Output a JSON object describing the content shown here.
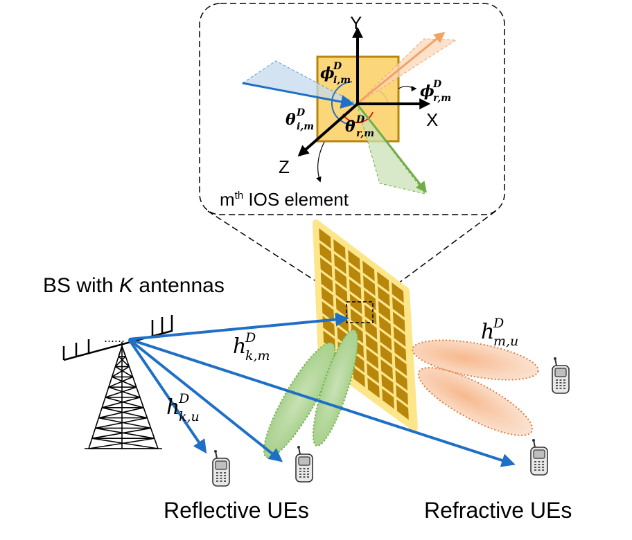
{
  "labels": {
    "bs": "BS with ",
    "bs_k": "K",
    "bs_rest": " antennas",
    "reflective": "Reflective UEs",
    "refractive": "Refractive UEs",
    "element_m": "m",
    "element_th": "th",
    "element_rest": " IOS element",
    "axis_x": "X",
    "axis_y": "Y",
    "axis_z": "Z",
    "dots": "......"
  },
  "channels": {
    "h_km": {
      "base": "h",
      "sup": "D",
      "sub": "k,m"
    },
    "h_ku": {
      "base": "h",
      "sup": "D",
      "sub": "k,u"
    },
    "h_mu": {
      "base": "h",
      "sup": "D",
      "sub": "m,u"
    }
  },
  "angles": {
    "phi_i": {
      "base": "ϕ",
      "sup": "D",
      "sub": "i,m"
    },
    "phi_r": {
      "base": "ϕ",
      "sup": "D",
      "sub": "r,m"
    },
    "theta_i": {
      "base": "θ",
      "sup": "D",
      "sub": "i,m"
    },
    "theta_r": {
      "base": "θ",
      "sup": "D",
      "sub": "r,m"
    }
  },
  "colors": {
    "link": "#1f6fc6",
    "reflect_beam": "#7dbb5a",
    "refract_beam": "#f0a070",
    "panel": "#b8860b",
    "panel_border": "#fde68a"
  }
}
